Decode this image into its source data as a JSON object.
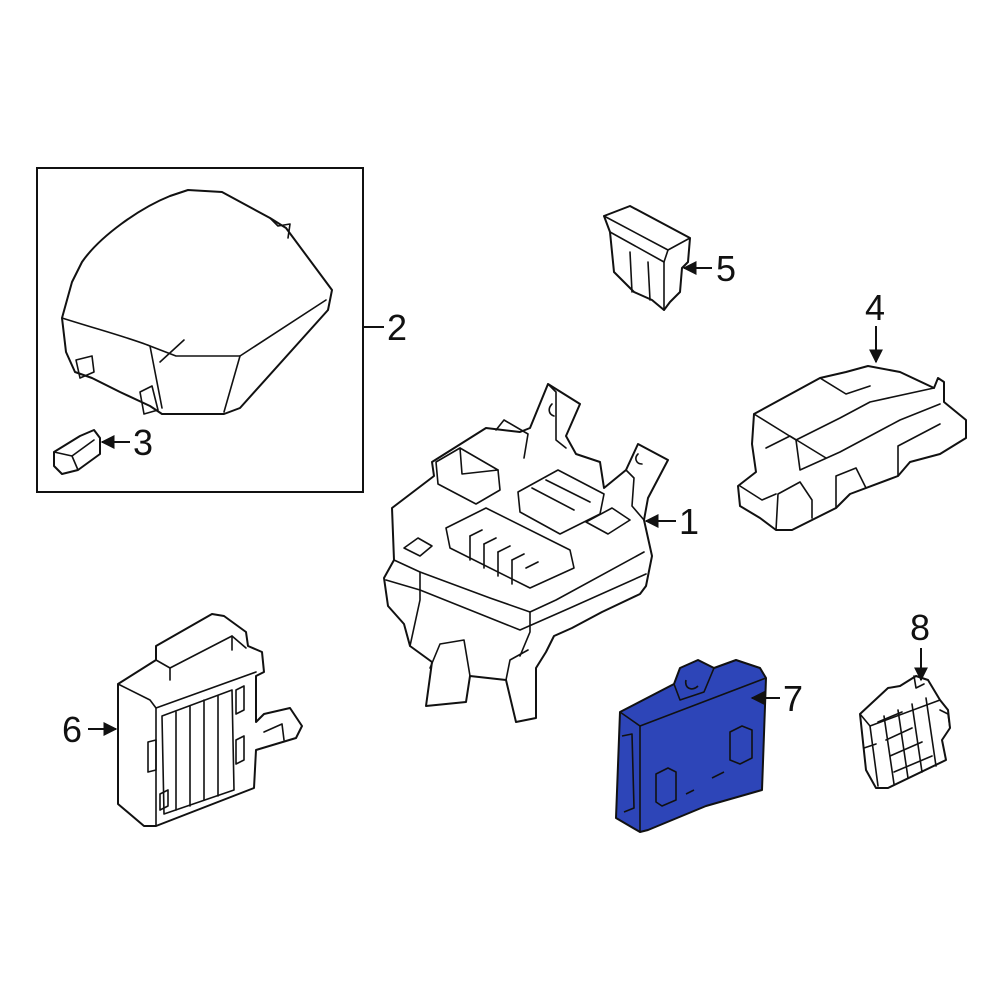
{
  "callouts": {
    "c1": "1",
    "c2": "2",
    "c3": "3",
    "c4": "4",
    "c5": "5",
    "c6": "6",
    "c7": "7",
    "c8": "8"
  },
  "highlighted_part": "7",
  "colors": {
    "line": "#111111",
    "highlight_fill": "#2d45b8",
    "background": "#ffffff"
  }
}
